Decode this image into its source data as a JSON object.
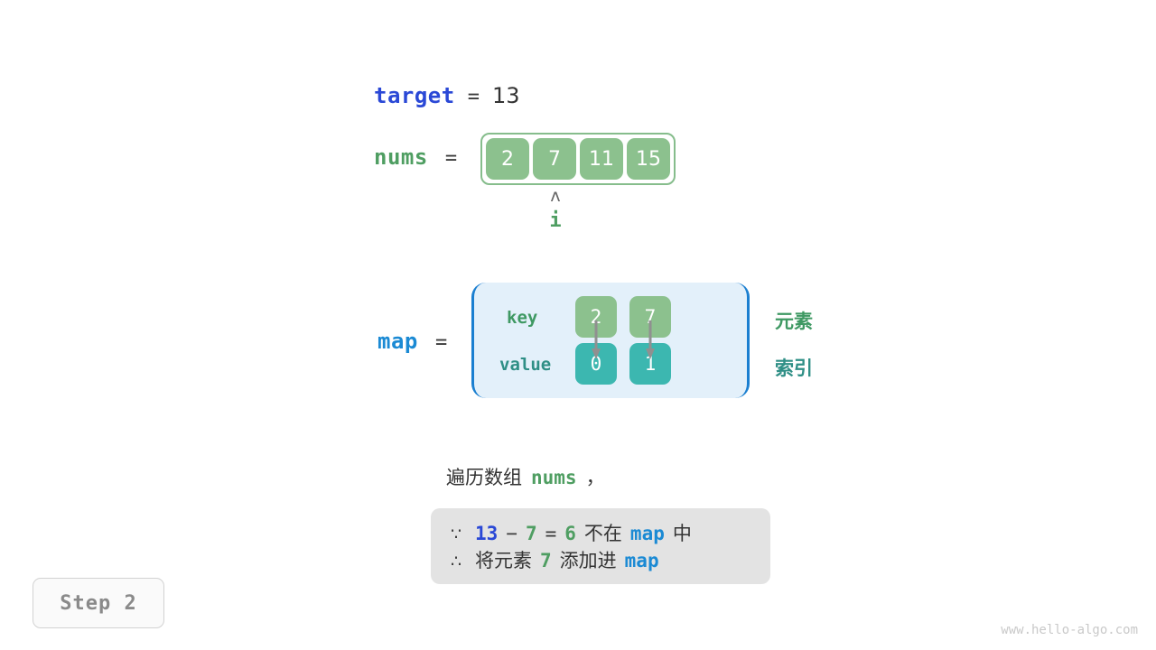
{
  "title": "Two Sum hash map walkthrough",
  "colors": {
    "green": "#4f9e62",
    "cell_green": "#8cc18e",
    "teal": "#3cb7b0",
    "blue": "#2a48d6",
    "light_blue": "#1b8ad4",
    "map_fill": "#e3f0fa",
    "map_border": "#1b7fd0",
    "note_fill": "#e3e3e3",
    "gray_text": "#8a8a8a"
  },
  "target": {
    "name": "target",
    "equals": "=",
    "value": "13"
  },
  "nums": {
    "name": "nums",
    "equals": "=",
    "cells": [
      "2",
      "7",
      "11",
      "15"
    ],
    "pointer": {
      "caret": "ʌ",
      "label": "i",
      "index": 1
    }
  },
  "map": {
    "name": "map",
    "equals": "=",
    "row_labels": {
      "key": "key",
      "value": "value"
    },
    "keys": [
      "2",
      "7"
    ],
    "values": [
      "0",
      "1"
    ],
    "side_labels": {
      "element": "元素",
      "index": "索引"
    }
  },
  "caption": {
    "prefix": "遍历数组",
    "var": "nums",
    "suffix": "，"
  },
  "note": {
    "line1": {
      "symbol": "∵",
      "a": "13",
      "minus": "−",
      "b": "7",
      "eq": "=",
      "result": "6",
      "mid": "不在",
      "map": "map",
      "tail": "中"
    },
    "line2": {
      "symbol": "∴",
      "lead": "将元素",
      "num": "7",
      "mid": "添加进",
      "map": "map"
    }
  },
  "step_badge": "Step 2",
  "watermark": "www.hello-algo.com"
}
